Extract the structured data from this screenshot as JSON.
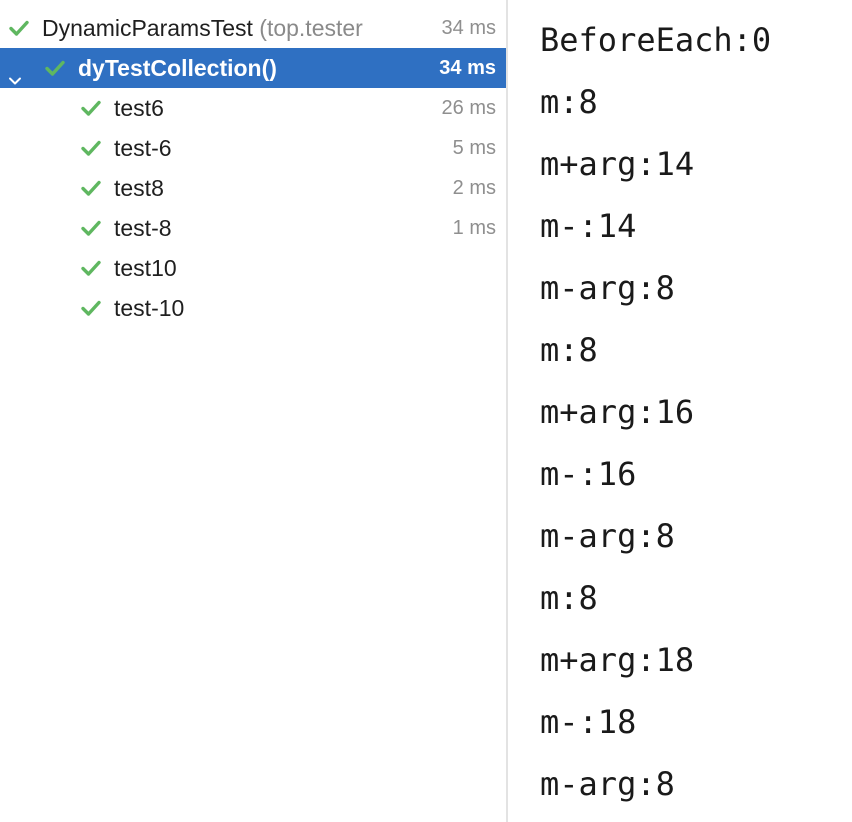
{
  "tree": {
    "root": {
      "name": "DynamicParamsTest",
      "package": "(top.tester",
      "time": "34 ms",
      "status_icon": "check-icon"
    },
    "collection": {
      "name": "dyTestCollection()",
      "time": "34 ms",
      "status_icon": "check-icon",
      "expand_icon": "chevron-down-icon"
    },
    "tests": [
      {
        "name": "test6",
        "time": "26 ms",
        "status_icon": "check-icon"
      },
      {
        "name": "test-6",
        "time": "5 ms",
        "status_icon": "check-icon"
      },
      {
        "name": "test8",
        "time": "2 ms",
        "status_icon": "check-icon"
      },
      {
        "name": "test-8",
        "time": "1 ms",
        "status_icon": "check-icon"
      },
      {
        "name": "test10",
        "time": "",
        "status_icon": "check-icon"
      },
      {
        "name": "test-10",
        "time": "",
        "status_icon": "check-icon"
      }
    ]
  },
  "console": {
    "lines": [
      "BeforeEach:0",
      "m:8",
      "m+arg:14",
      "m-:14",
      "m-arg:8",
      "m:8",
      "m+arg:16",
      "m-:16",
      "m-arg:8",
      "m:8",
      "m+arg:18",
      "m-:18",
      "m-arg:8"
    ]
  },
  "colors": {
    "selection": "#2f70c2",
    "check": "#5fb760",
    "muted_text": "#8a8a8a"
  }
}
